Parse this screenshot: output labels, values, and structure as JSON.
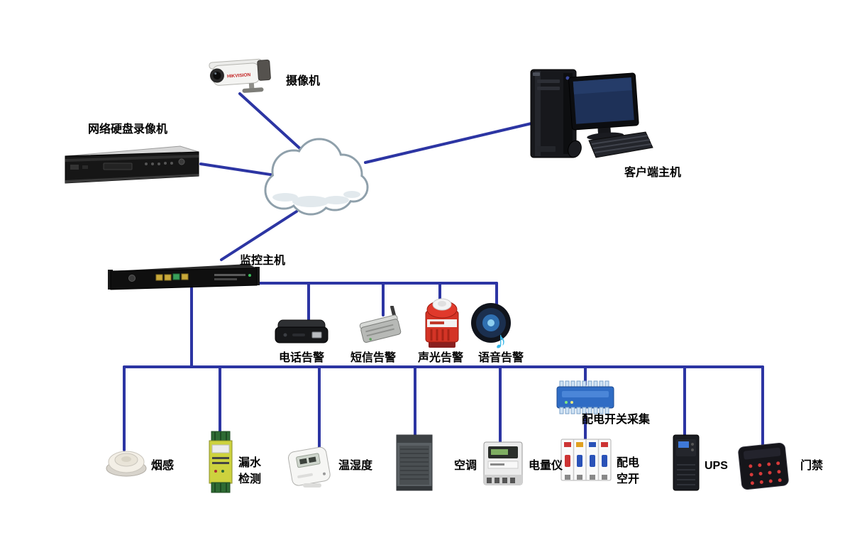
{
  "diagram": {
    "line_color": "#2c35a3",
    "labels": {
      "camera": "摄像机",
      "nvr": "网络硬盘录像机",
      "client_host": "客户端主机",
      "monitor_host": "监控主机",
      "phone_alarm": "电话告警",
      "sms_alarm": "短信告警",
      "sound_light_alarm": "声光告警",
      "voice_alarm": "语音告警",
      "smoke_sensor": "烟感",
      "leak_detect_line1": "漏水",
      "leak_detect_line2": "检测",
      "temp_humidity": "温湿度",
      "air_conditioner": "空调",
      "power_meter": "电量仪",
      "dist_switch_collect": "配电开关采集",
      "dist_breaker_line1": "配电",
      "dist_breaker_line2": "空开",
      "ups": "UPS",
      "access_control": "门禁"
    },
    "device_text": {
      "camera_brand": "HIKVISION"
    }
  }
}
